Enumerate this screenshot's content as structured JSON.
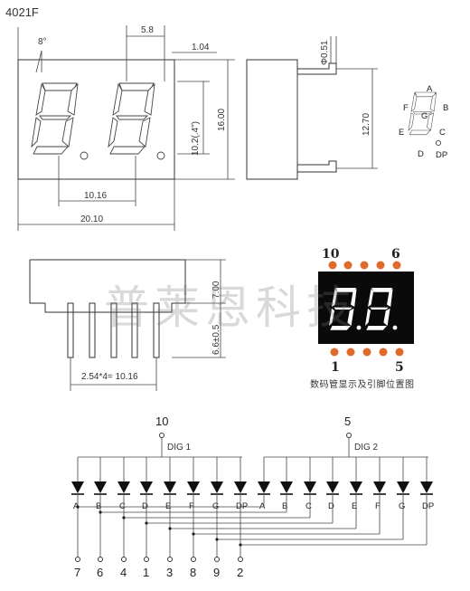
{
  "part_number": "4021F",
  "watermark": "普莱恩科技",
  "caption": "数码管显示及引脚位置图",
  "front_view": {
    "angle": "8°",
    "pitch_top": "5.8",
    "segment_width": "1.04",
    "digit_height": "10.2(.4\")",
    "height": "16.00",
    "digit_pitch": "10.16",
    "width": "20.10"
  },
  "side_view": {
    "pin_diameter": "Φ0.51",
    "pin_span": "12.70"
  },
  "segment_map": [
    "A",
    "B",
    "C",
    "D",
    "E",
    "F",
    "G",
    "DP"
  ],
  "bottom_view": {
    "body_depth": "7.00",
    "pin_length": "6.6±0.5",
    "pin_spacing": "2.54*4= 10.16"
  },
  "photo": {
    "top_left_pin": "10",
    "top_right_pin": "6",
    "bottom_left_pin": "1",
    "bottom_right_pin": "5"
  },
  "schematic": {
    "digit1": {
      "pin": "10",
      "label": "DIG 1"
    },
    "digit2": {
      "pin": "5",
      "label": "DIG 2"
    },
    "segments": [
      "A",
      "B",
      "C",
      "D",
      "E",
      "F",
      "G",
      "DP"
    ],
    "bottom_pins": [
      "7",
      "6",
      "4",
      "1",
      "3",
      "8",
      "9",
      "2"
    ]
  }
}
